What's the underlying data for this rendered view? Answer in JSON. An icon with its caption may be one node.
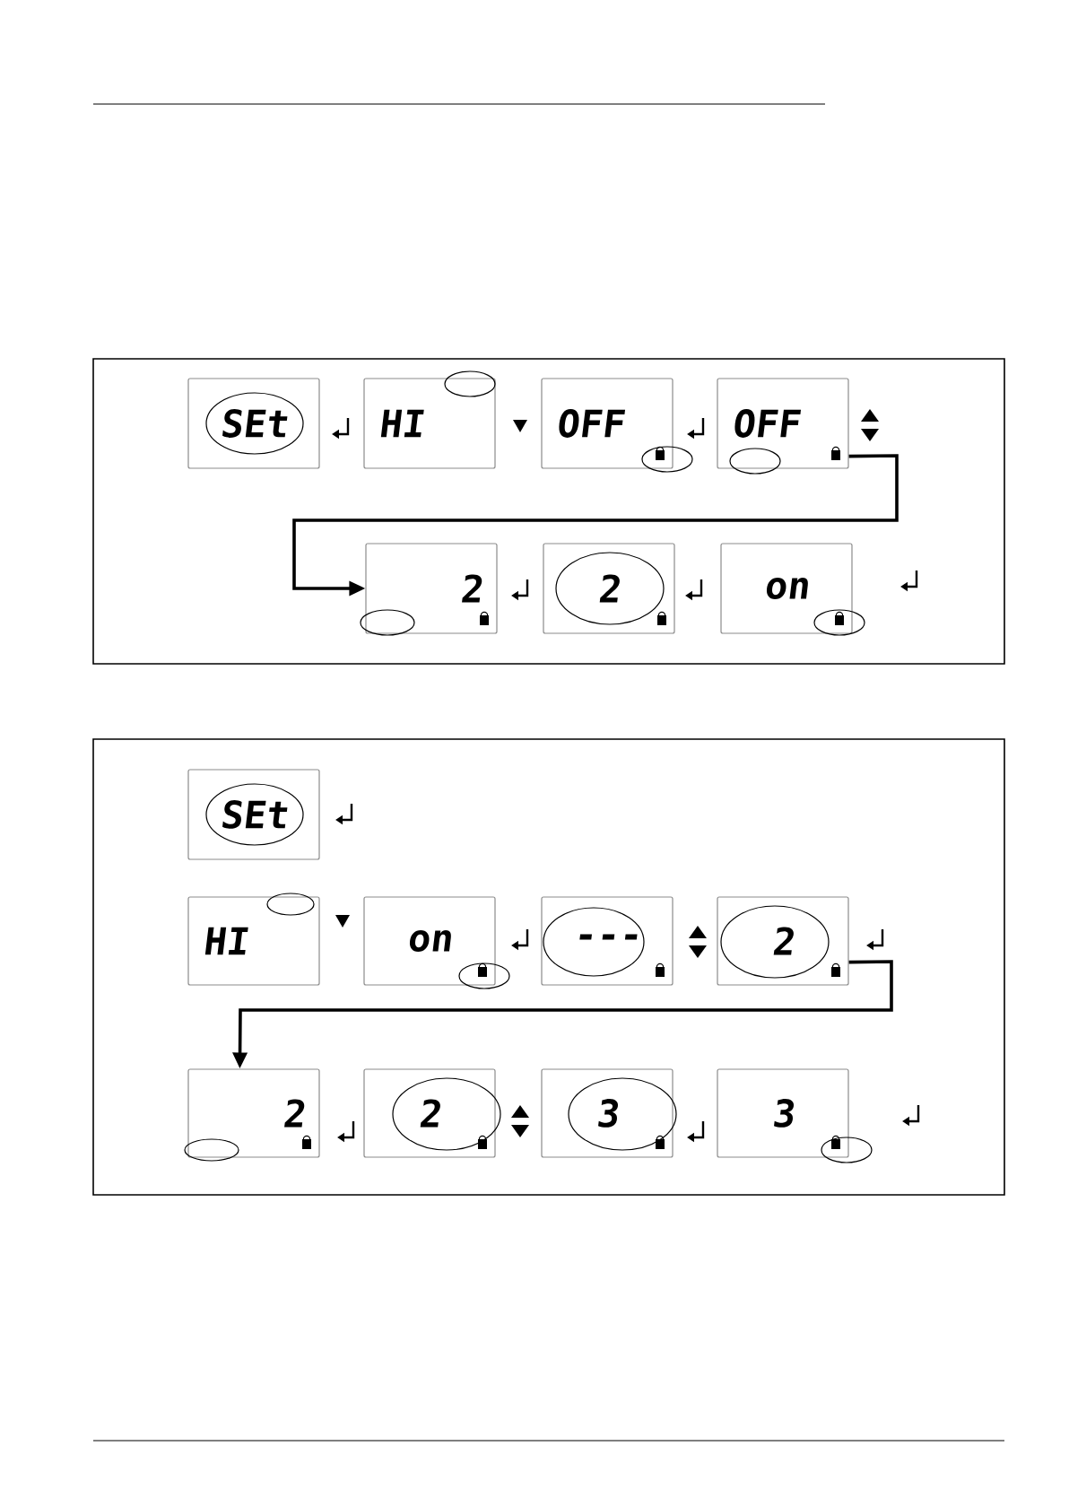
{
  "diagram": {
    "nodes": [
      {
        "text": [
          "SEt"
        ]
      },
      {
        "text": [
          "HI"
        ]
      },
      {
        "text": [
          "OFF"
        ]
      },
      {
        "text": [
          "OFF"
        ]
      },
      {
        "text": [
          "2"
        ]
      },
      {
        "text": [
          "2"
        ]
      },
      {
        "text": [
          "on"
        ]
      },
      {
        "text": [
          "SEt"
        ]
      },
      {
        "text": [
          "HI"
        ]
      },
      {
        "text": [
          "on"
        ]
      },
      {
        "text": [
          "---"
        ]
      },
      {
        "text": [
          "2"
        ]
      },
      {
        "text": [
          "2"
        ]
      },
      {
        "text": [
          "2"
        ]
      },
      {
        "text": [
          "3"
        ]
      },
      {
        "text": [
          "3"
        ]
      }
    ],
    "edges": [
      {
        "from": 3,
        "to": 4,
        "arrow": "to"
      },
      {
        "from": 11,
        "to": 12,
        "arrow": "to"
      }
    ]
  }
}
